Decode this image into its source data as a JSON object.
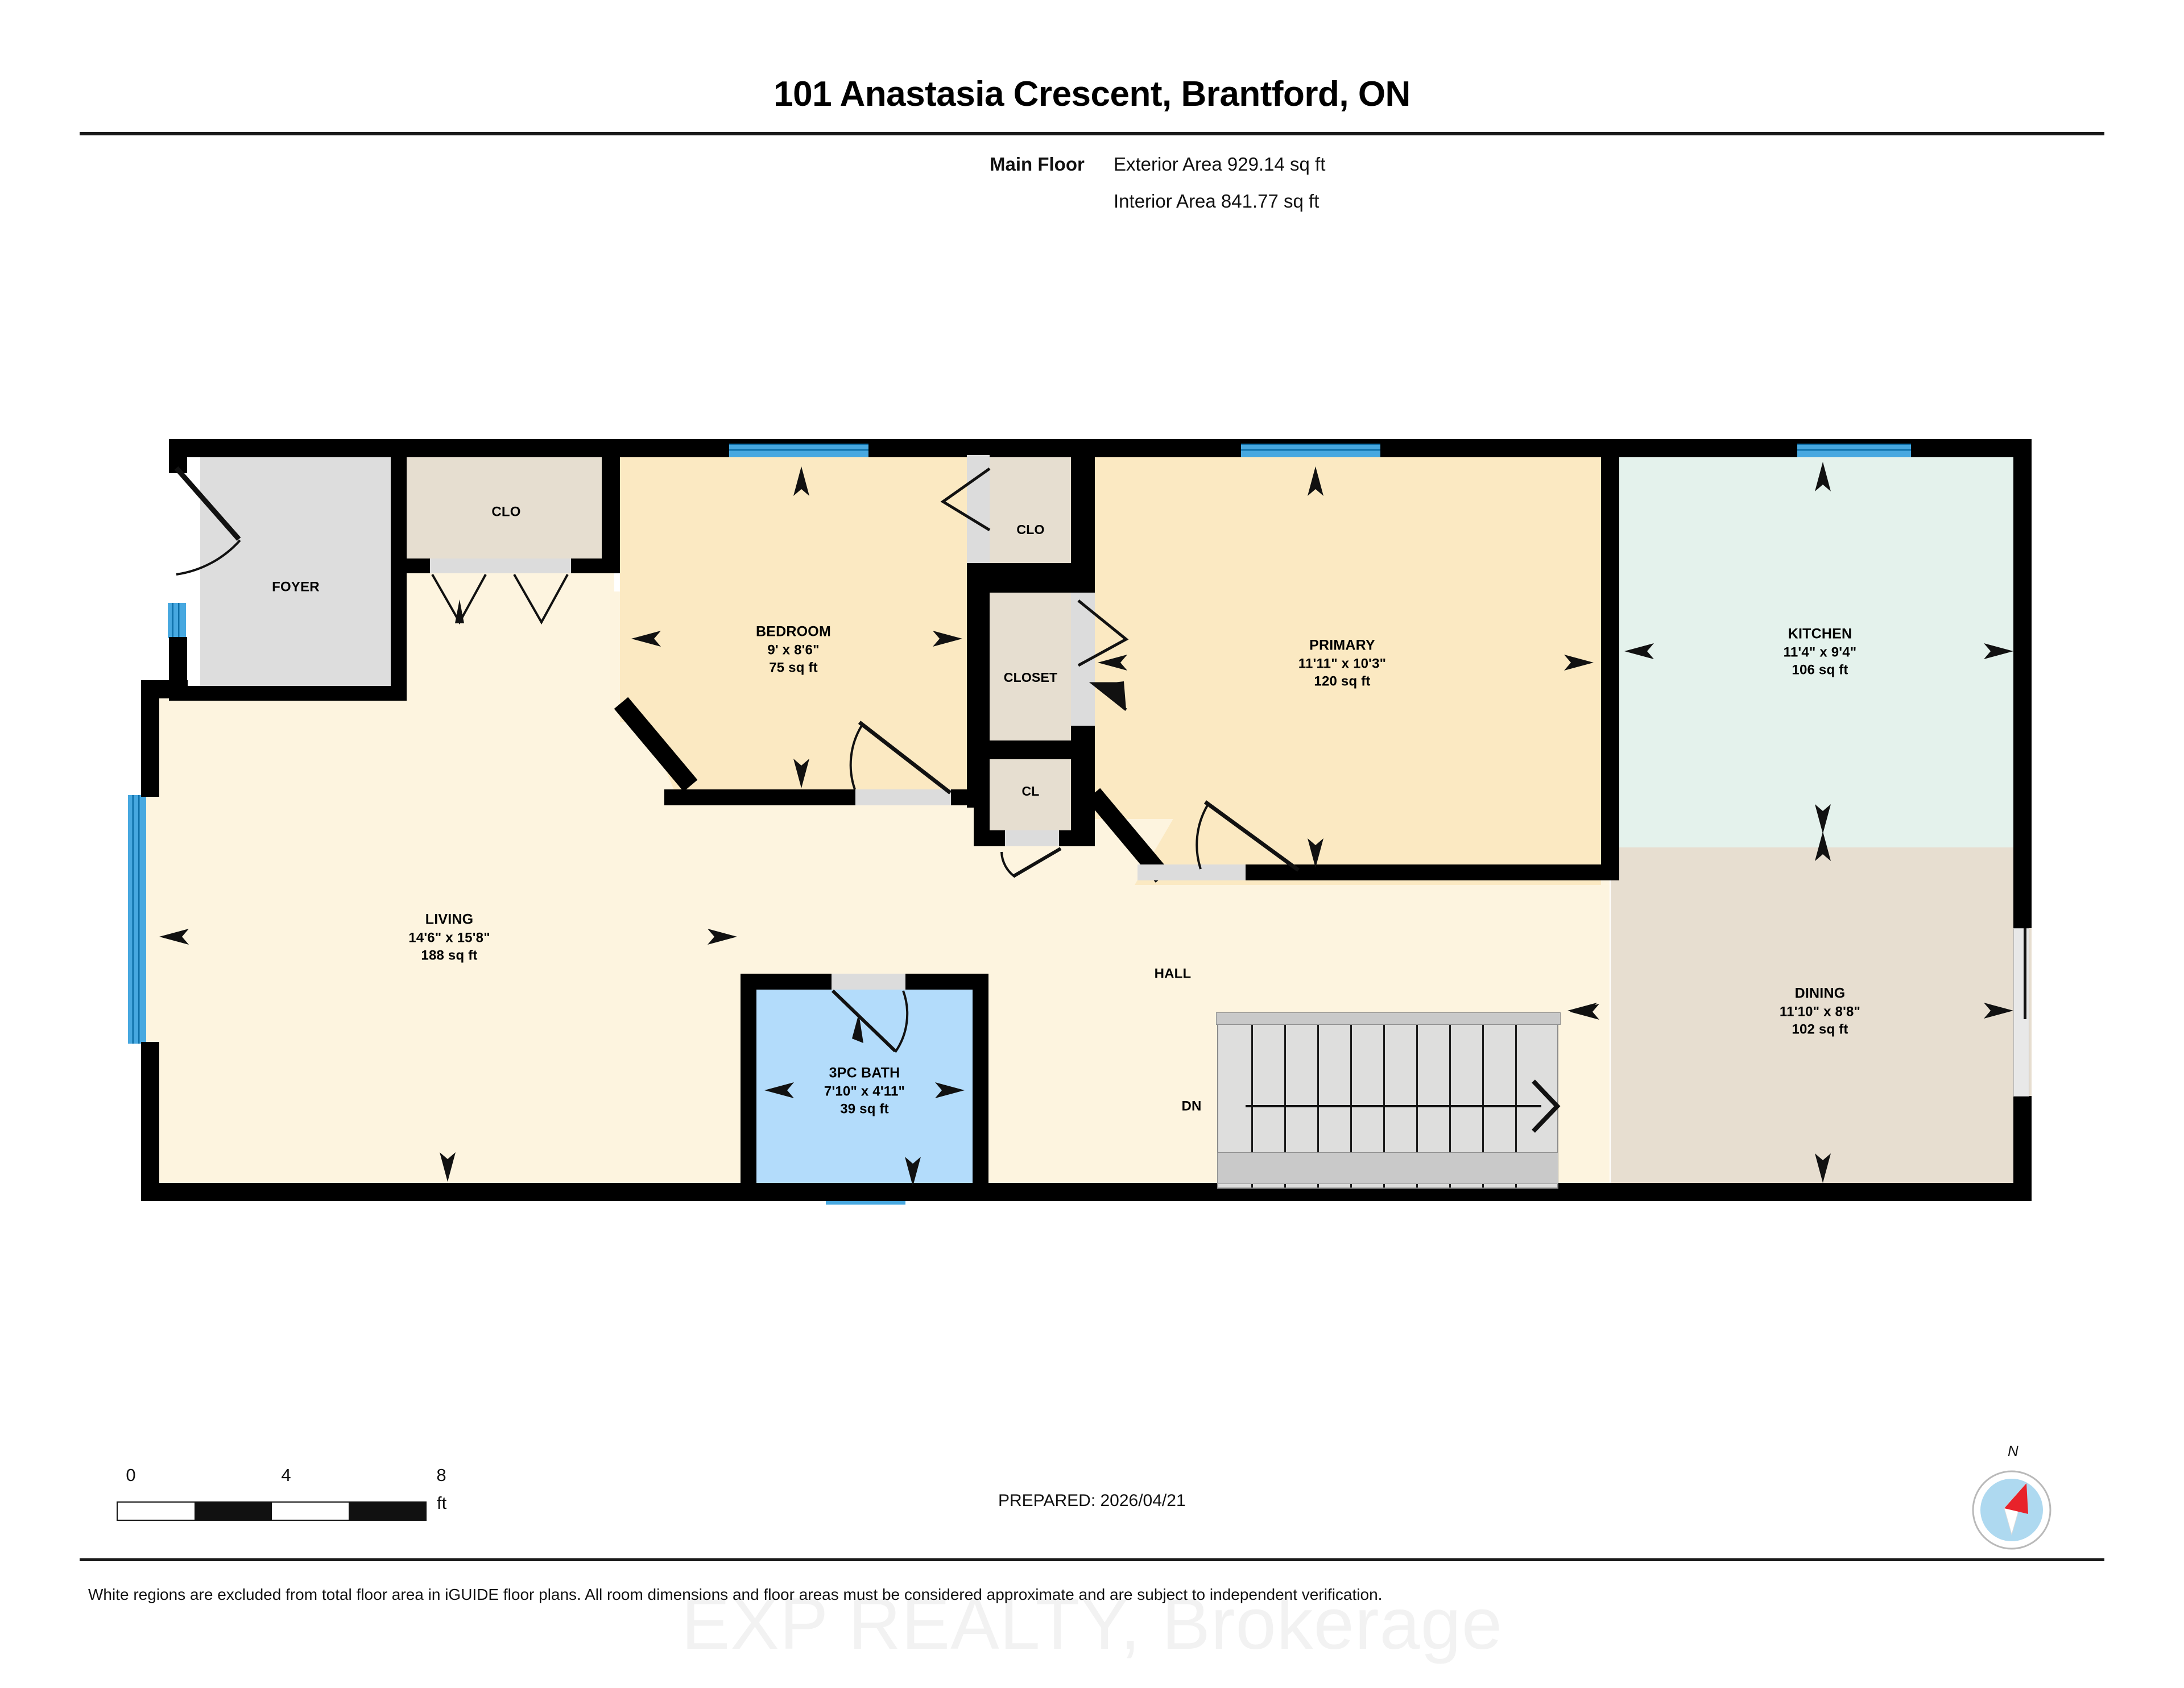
{
  "header": {
    "title": "101 Anastasia Crescent, Brantford, ON",
    "floor_label": "Main Floor",
    "exterior_area": "Exterior Area 929.14 sq ft",
    "interior_area": "Interior Area 841.77 sq ft"
  },
  "rooms": [
    {
      "key": "foyer",
      "name": "FOYER",
      "dim": "",
      "area": "",
      "color": "#dddddd"
    },
    {
      "key": "clo1",
      "name": "CLO",
      "dim": "",
      "area": "",
      "color": "#e6ded0"
    },
    {
      "key": "bedroom",
      "name": "BEDROOM",
      "dim": "9' x 8'6\"",
      "area": "75 sq ft",
      "color": "#fbe9c2"
    },
    {
      "key": "clo2",
      "name": "CLO",
      "dim": "",
      "area": "",
      "color": "#e6ded0"
    },
    {
      "key": "closet",
      "name": "CLOSET",
      "dim": "",
      "area": "",
      "color": "#e6ded0"
    },
    {
      "key": "cl",
      "name": "CL",
      "dim": "",
      "area": "",
      "color": "#e6ded0"
    },
    {
      "key": "primary",
      "name": "PRIMARY",
      "dim": "11'11\" x 10'3\"",
      "area": "120 sq ft",
      "color": "#fbe9c2"
    },
    {
      "key": "kitchen",
      "name": "KITCHEN",
      "dim": "11'4\" x 9'4\"",
      "area": "106 sq ft",
      "color": "#e4f2ec"
    },
    {
      "key": "living",
      "name": "LIVING",
      "dim": "14'6\" x 15'8\"",
      "area": "188 sq ft",
      "color": "#fdf4df"
    },
    {
      "key": "hall",
      "name": "HALL",
      "dim": "",
      "area": "",
      "color": "#fdf4df"
    },
    {
      "key": "bath",
      "name": "3PC BATH",
      "dim": "7'10\" x 4'11\"",
      "area": "39 sq ft",
      "color": "#b3dcfb"
    },
    {
      "key": "dining",
      "name": "DINING",
      "dim": "11'10\" x 8'8\"",
      "area": "102 sq ft",
      "color": "#e7ded0"
    }
  ],
  "annotations": {
    "stairs_direction": "DN"
  },
  "scale": {
    "ticks": [
      "0",
      "4",
      "8"
    ],
    "unit": "ft",
    "segments": 4
  },
  "footer": {
    "prepared": "PREPARED: 2026/04/21",
    "disclaimer": "White regions are excluded from total floor area in iGUIDE floor plans. All room dimensions and floor areas must be considered approximate and are subject to independent verification.",
    "watermark": "EXP REALTY, Brokerage"
  },
  "compass": {
    "label": "N",
    "needle_color": "#e8222a",
    "dial_color": "#aed9f0"
  }
}
